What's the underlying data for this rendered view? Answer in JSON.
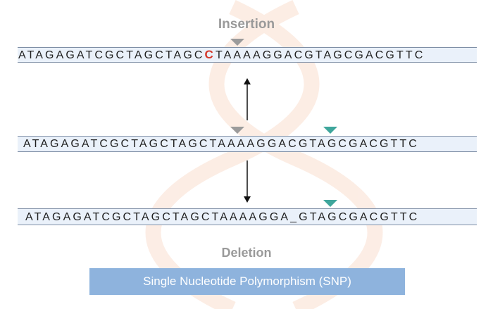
{
  "labels": {
    "top": "Insertion",
    "bottom": "Deletion"
  },
  "sequences": {
    "insertion": {
      "before": "ATAGAGATCGCTAGCTAGC",
      "inserted": "C",
      "after": "TAAAAGGACGTAGCGACGTTC"
    },
    "original": "ATAGAGATCGCTAGCTAGCTAAAAGGACGTAGCGACGTTC",
    "deletion": "ATAGAGATCGCTAGCTAGCTAAAAGGA_GTAGCGACGTTC"
  },
  "banner": "Single Nucleotide Polymorphism (SNP)",
  "colors": {
    "mutation": "#d5382b",
    "insertion_marker": "#9b9b9b",
    "deletion_marker": "#3fa69c",
    "sequence_band": "#eaf1fa",
    "banner": "#8eb3dd"
  }
}
